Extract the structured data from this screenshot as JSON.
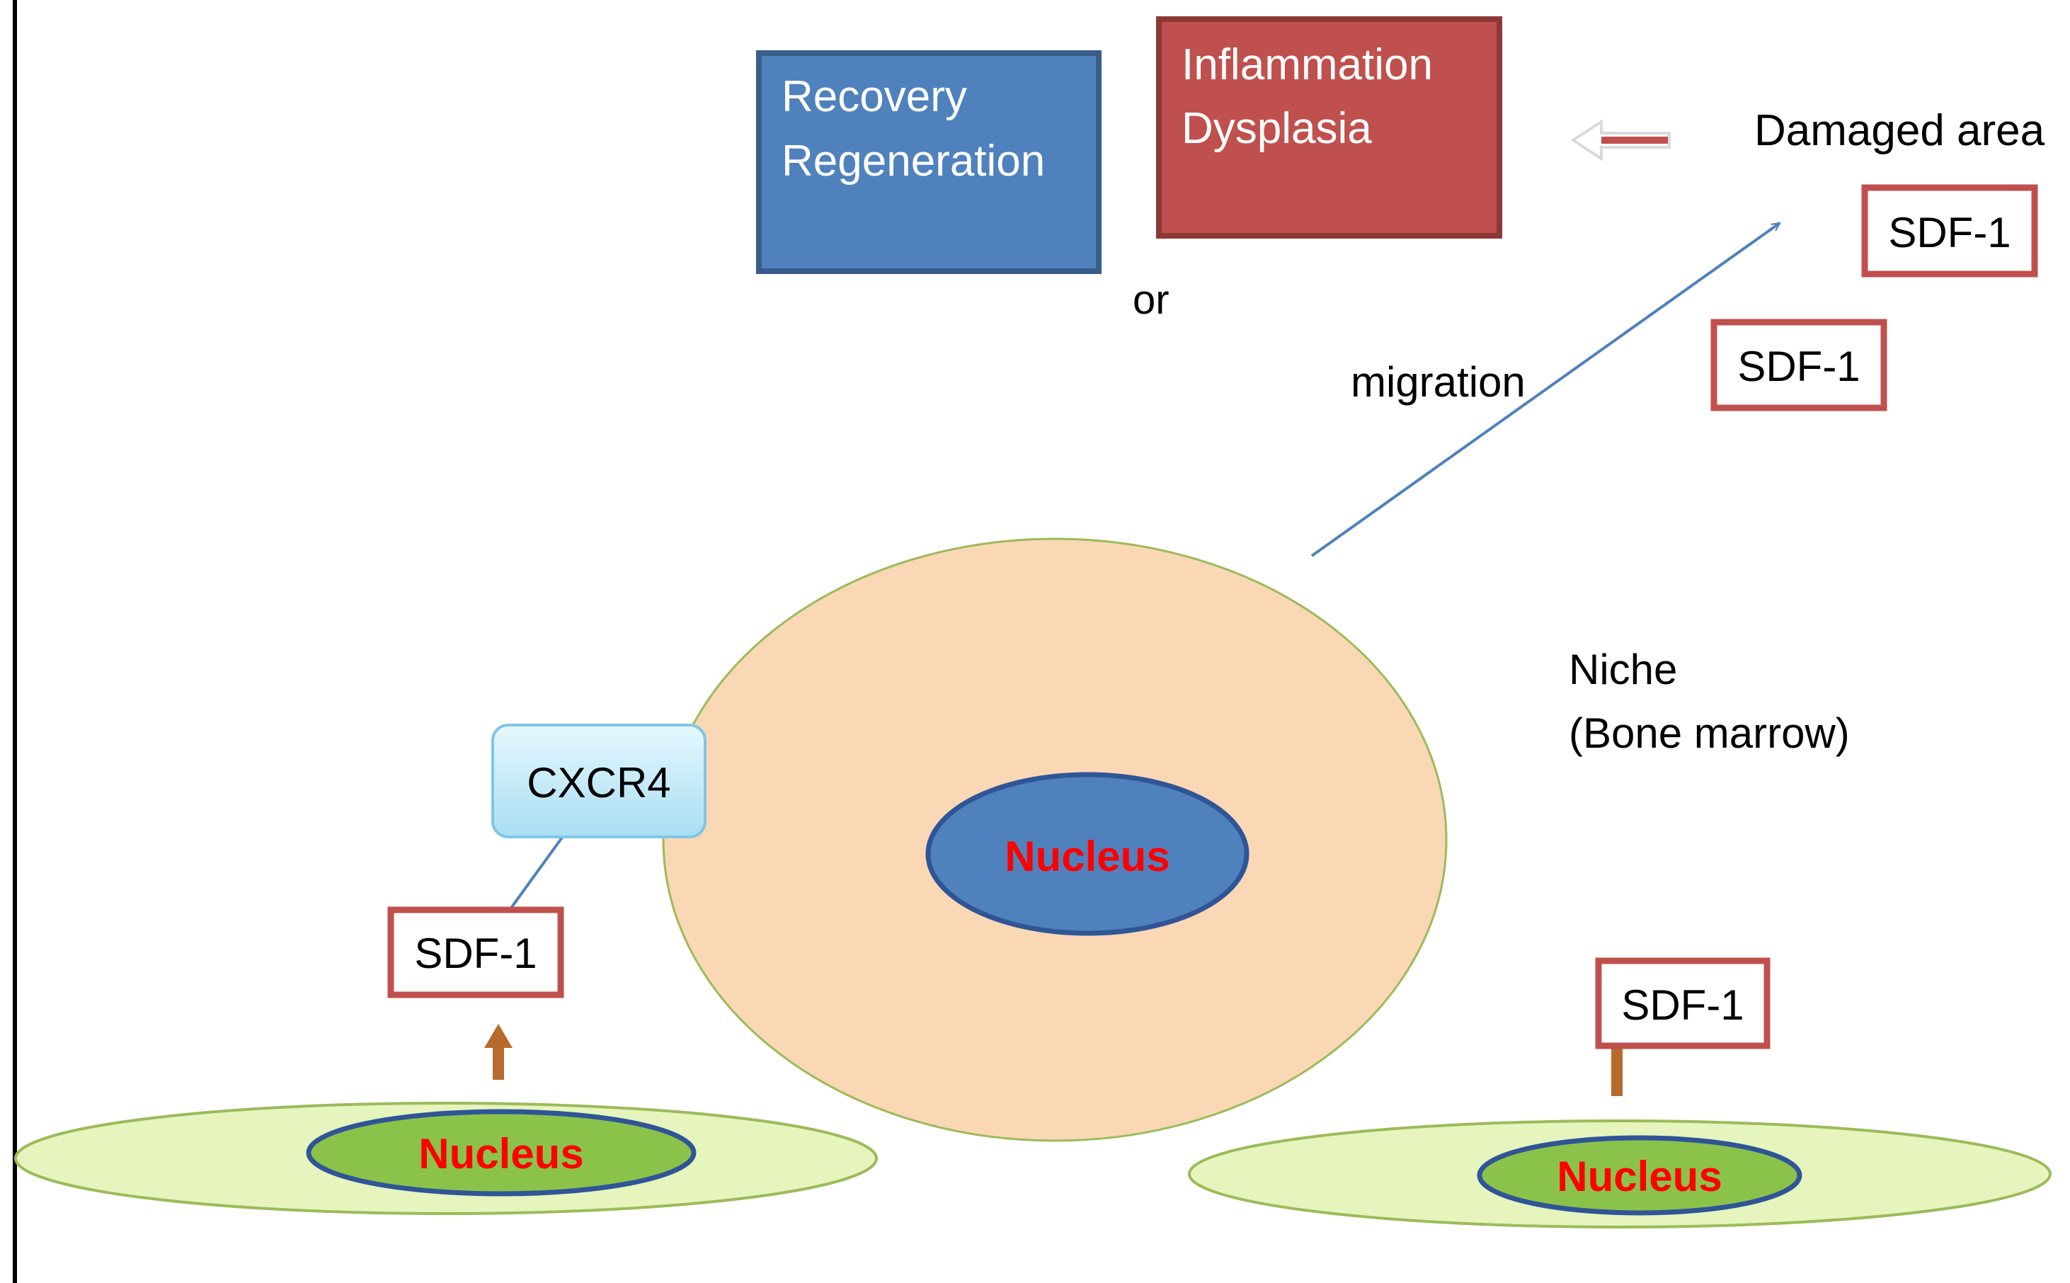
{
  "top": {
    "recovery_line1": "Recovery",
    "recovery_line2": "Regeneration",
    "inflammation_line1": "Inflammation",
    "inflammation_line2": "Dysplasia",
    "or_label": "or"
  },
  "damaged_area": {
    "label": "Damaged area",
    "sdf1_a": "SDF-1",
    "sdf1_b": "SDF-1"
  },
  "migration_label": "migration",
  "niche": {
    "line1": "Niche",
    "line2": "(Bone marrow)"
  },
  "stem_cell": {
    "receptor": "CXCR4",
    "nucleus": "Nucleus"
  },
  "left_stromal": {
    "sdf1": "SDF-1",
    "nucleus": "Nucleus"
  },
  "right_stromal": {
    "sdf1": "SDF-1",
    "nucleus": "Nucleus"
  },
  "colors": {
    "blue_box": "#4f81bd",
    "red_box": "#c0504d",
    "cell": "#fad7b5",
    "stromal": "#e6f5bd",
    "nucleus_green": "#8bc34a",
    "nucleus_blue": "#4f81bd",
    "nucleus_text": "#ff0000"
  }
}
